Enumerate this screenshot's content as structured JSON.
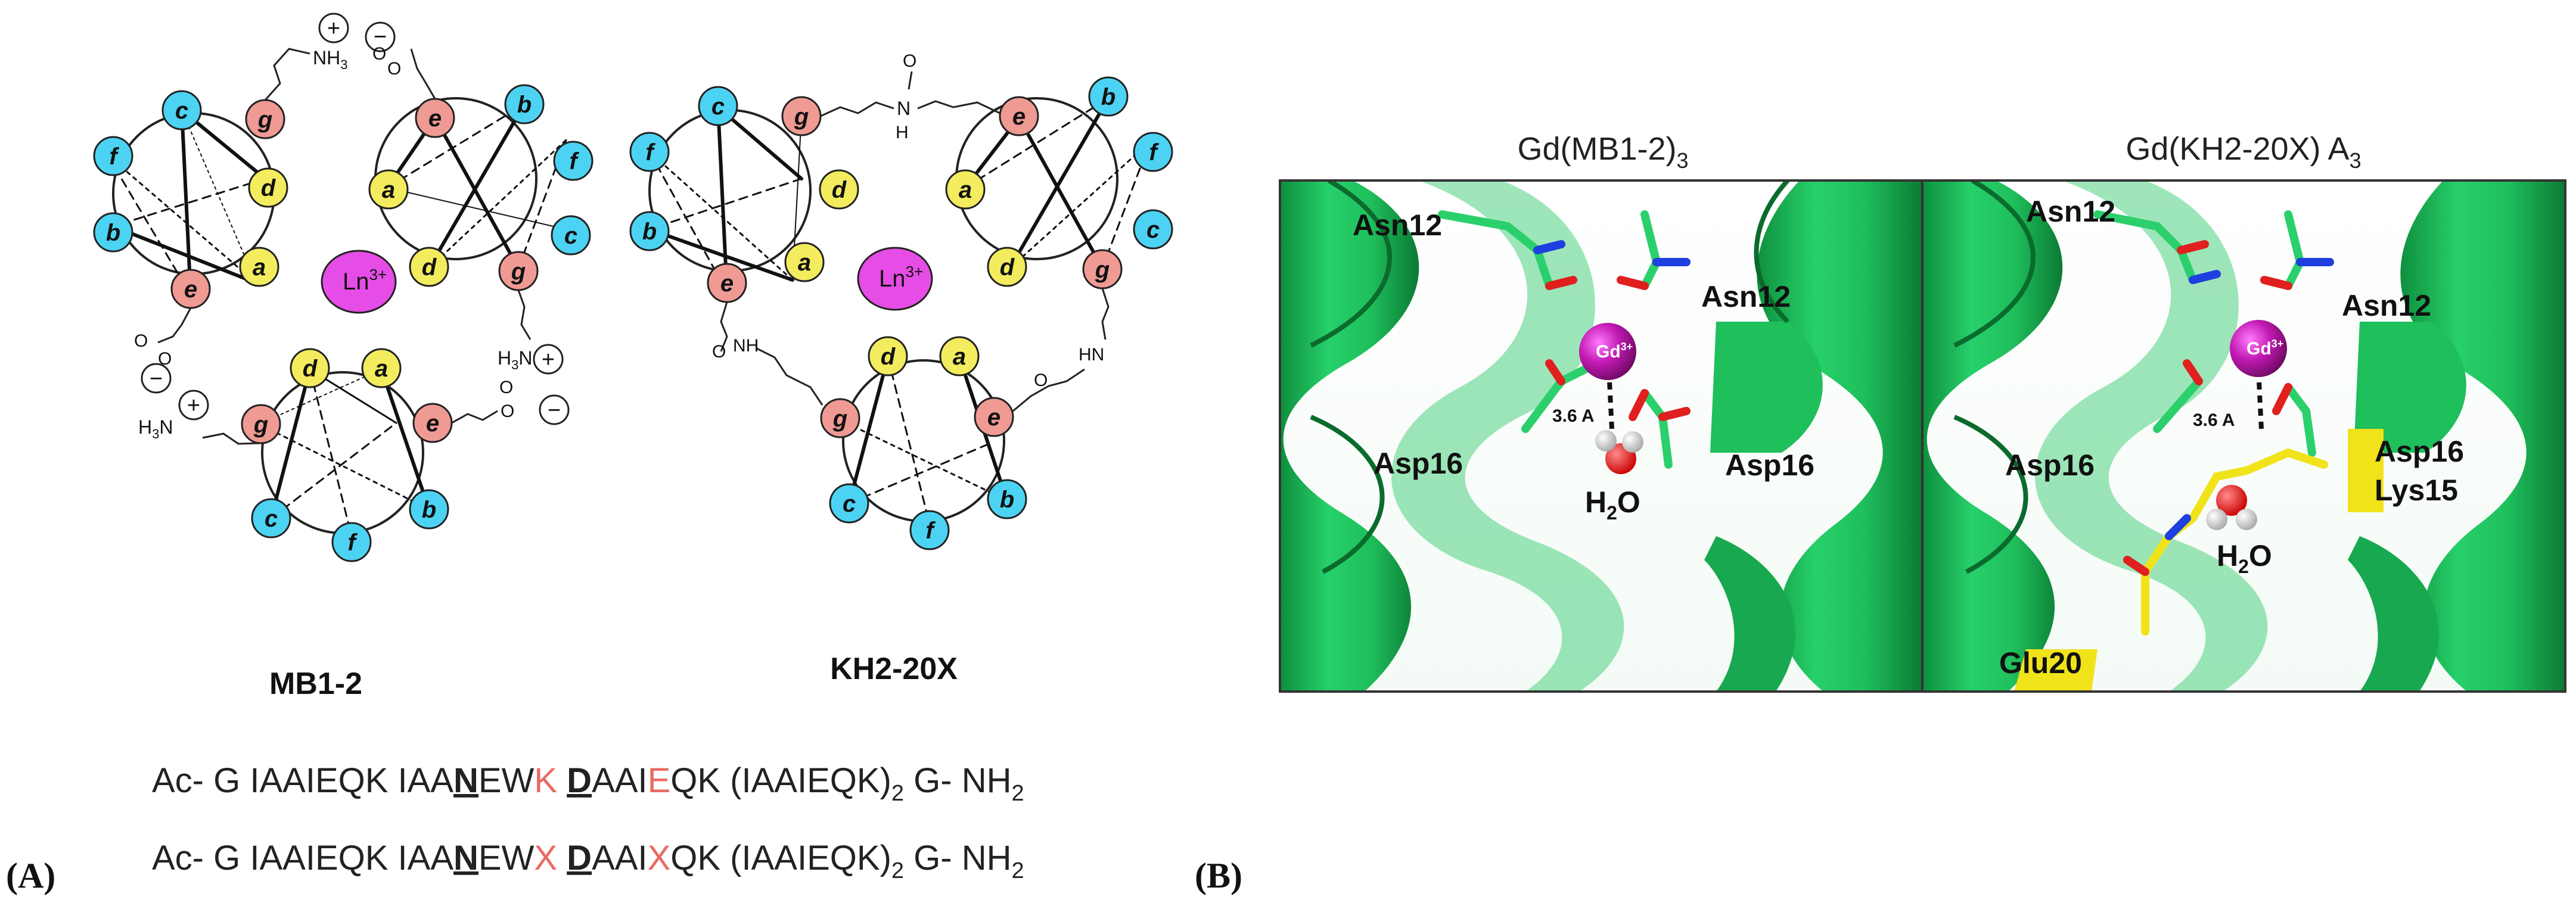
{
  "colors": {
    "helix_cyan": "#4cd3f3",
    "helix_pink": "#ef9a93",
    "helix_yellow": "#f3ec5e",
    "metal_magenta": "#e64ce6",
    "protein_green": "#1fc25e",
    "protein_green_dark": "#0e8f3d",
    "lysine_yellow": "#f0e31a",
    "highlight_red": "#ea6a63",
    "gd_purple": "#b3119c"
  },
  "panel_a": {
    "panel_label": "(A)",
    "metal_label_base": "Ln",
    "metal_label_sup": "3+",
    "left_complex_name": "MB1-2",
    "right_complex_name": "KH2-20X",
    "plus_sign": "+",
    "minus_sign": "−",
    "nh3_label": "NH",
    "nh3_sub": "3",
    "h3n_label_pre": "H",
    "h3n_label_sub": "3",
    "h3n_label_post": "N",
    "o_label": "O",
    "nh_label": "NH",
    "hn_label": "HN",
    "n_label": "N",
    "h_label": "H",
    "sequences": [
      {
        "prefix": "Ac- G IAAIEQK IAA",
        "n_res": "N",
        "ew": "EW",
        "pos15": "K",
        "d_res": "D",
        "aai": "AAI",
        "pos19": "E",
        "qk": "QK (IAAIEQK)",
        "repeat_sub": "2",
        "suffix": " G- NH",
        "suffix_sub": "2"
      },
      {
        "prefix": "Ac- G IAAIEQK IAA",
        "n_res": "N",
        "ew": "EW",
        "pos15": "X",
        "d_res": "D",
        "aai": "AAI",
        "pos19": "X",
        "qk": "QK (IAAIEQK)",
        "repeat_sub": "2",
        "suffix": " G- NH",
        "suffix_sub": "2"
      }
    ]
  },
  "panel_b": {
    "panel_label": "(B)",
    "left_title": "Gd(MB1-2)",
    "left_title_sub": "3",
    "right_title": "Gd(KH2-20X) A",
    "right_title_sub": "3",
    "gd_label": "Gd",
    "gd_sup": "3+",
    "distance": "3.6 A",
    "water_h": "H",
    "water_sub": "2",
    "water_o": "O",
    "left_labels": {
      "asn12_a": "Asn12",
      "asn12_b": "Asn12",
      "asp16_a": "Asp16",
      "asp16_b": "Asp16"
    },
    "right_labels": {
      "asn12_a": "Asn12",
      "asn12_b": "Asn12",
      "asp16_a": "Asp16",
      "asp16_b": "Asp16",
      "lys15": "Lys15",
      "glu20": "Glu20"
    }
  }
}
